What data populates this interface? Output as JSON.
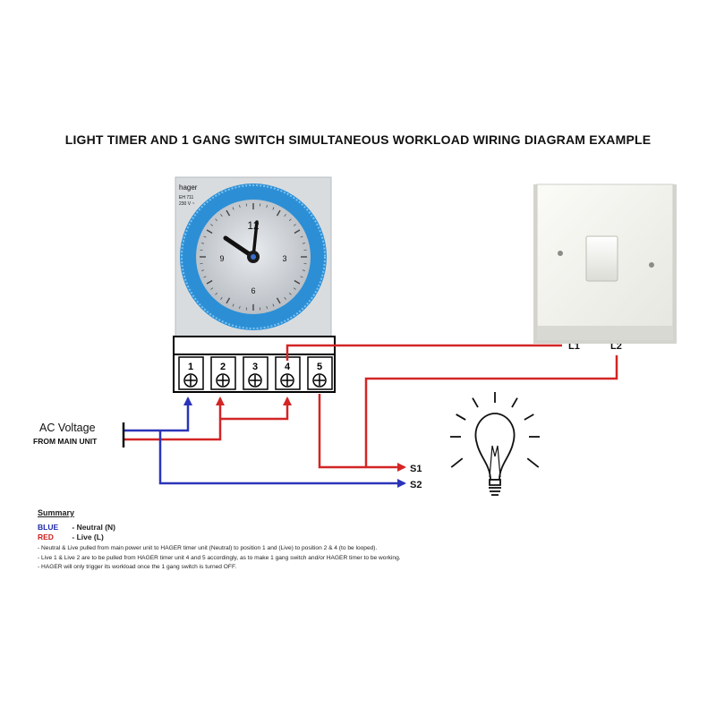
{
  "title": "LIGHT TIMER AND 1 GANG SWITCH SIMULTANEOUS WORKLOAD WIRING DIAGRAM EXAMPLE",
  "timer": {
    "brand": "hager",
    "model_line1": "EH 711",
    "model_line2": "230 V ~",
    "dial_numbers": [
      "12",
      "3",
      "6",
      "9"
    ]
  },
  "terminals": [
    "1",
    "2",
    "3",
    "4",
    "5"
  ],
  "source": {
    "label": "AC Voltage",
    "sublabel": "FROM MAIN UNIT"
  },
  "switch_terminals": [
    "L1",
    "L2"
  ],
  "lamp_terminals": [
    "S1",
    "S2"
  ],
  "colors": {
    "neutral_wire": "#2b34b8",
    "live_wire": "#d32525"
  },
  "summary": {
    "heading": "Summary",
    "legend": [
      {
        "key": "BLUE",
        "value": "- Neutral (N)",
        "color": "#1f2aa8"
      },
      {
        "key": "RED",
        "value": "- Live (L)",
        "color": "#cc1f1f"
      }
    ],
    "notes": [
      "- Neutral & Live pulled from main power unit to HAGER timer unit (Neutral) to position 1 and (Live) to position 2 & 4 (to be looped).",
      "- Live 1 & Live 2 are to be pulled from HAGER timer unit 4 and 5 accordingly, as to make 1 gang switch and/or HAGER timer to be working.",
      "- HAGER will only trigger its workload once the 1 gang switch is turned OFF."
    ]
  }
}
